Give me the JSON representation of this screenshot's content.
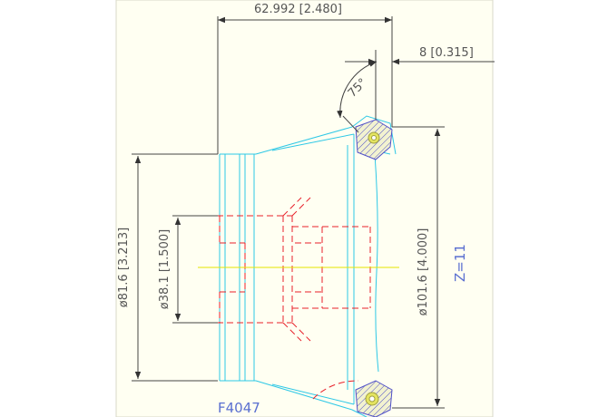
{
  "drawing": {
    "part_code": "F4047",
    "teeth_label": "Z=11",
    "colors": {
      "background": "#ffffff",
      "sheet": "#fffff2",
      "sheet_border": "#d8d8c8",
      "body_outline": "#2ec8e6",
      "hidden_lines": "#e8202a",
      "center_line": "#e6e600",
      "dimension": "#555555",
      "label_blue": "#5a6fd0",
      "insert_hatch": "#5050c8",
      "insert_fill": "#e4e460"
    }
  },
  "dimensions": {
    "overall_length": "62.992 [2.480]",
    "insert_width": "8 [0.315]",
    "angle": "75°",
    "bore_diameter": "ø38.1 [1.500]",
    "hub_diameter": "ø81.6 [3.213]",
    "cutting_diameter": "ø101.6 [4.000]"
  }
}
